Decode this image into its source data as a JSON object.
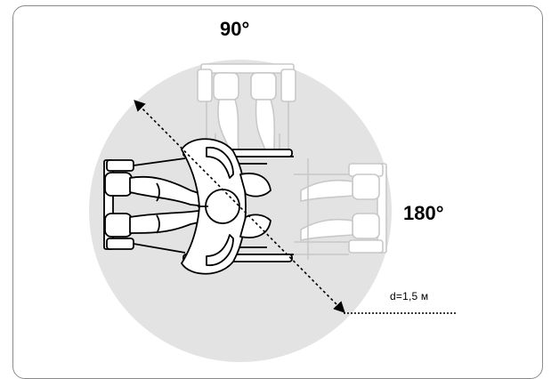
{
  "diagram": {
    "angle_top": "90°",
    "angle_right": "180°",
    "diameter_label": "d=1,5 м"
  },
  "colors": {
    "circle_fill": "#e3e3e3",
    "stroke": "#000000",
    "ghost_stroke": "#c8c8c8",
    "frame_border": "#8a8a8a"
  },
  "icons": [
    "wheelchair-top-view-icon",
    "wheelchair-ghost-90-icon",
    "wheelchair-ghost-180-icon",
    "double-arrow-icon"
  ]
}
